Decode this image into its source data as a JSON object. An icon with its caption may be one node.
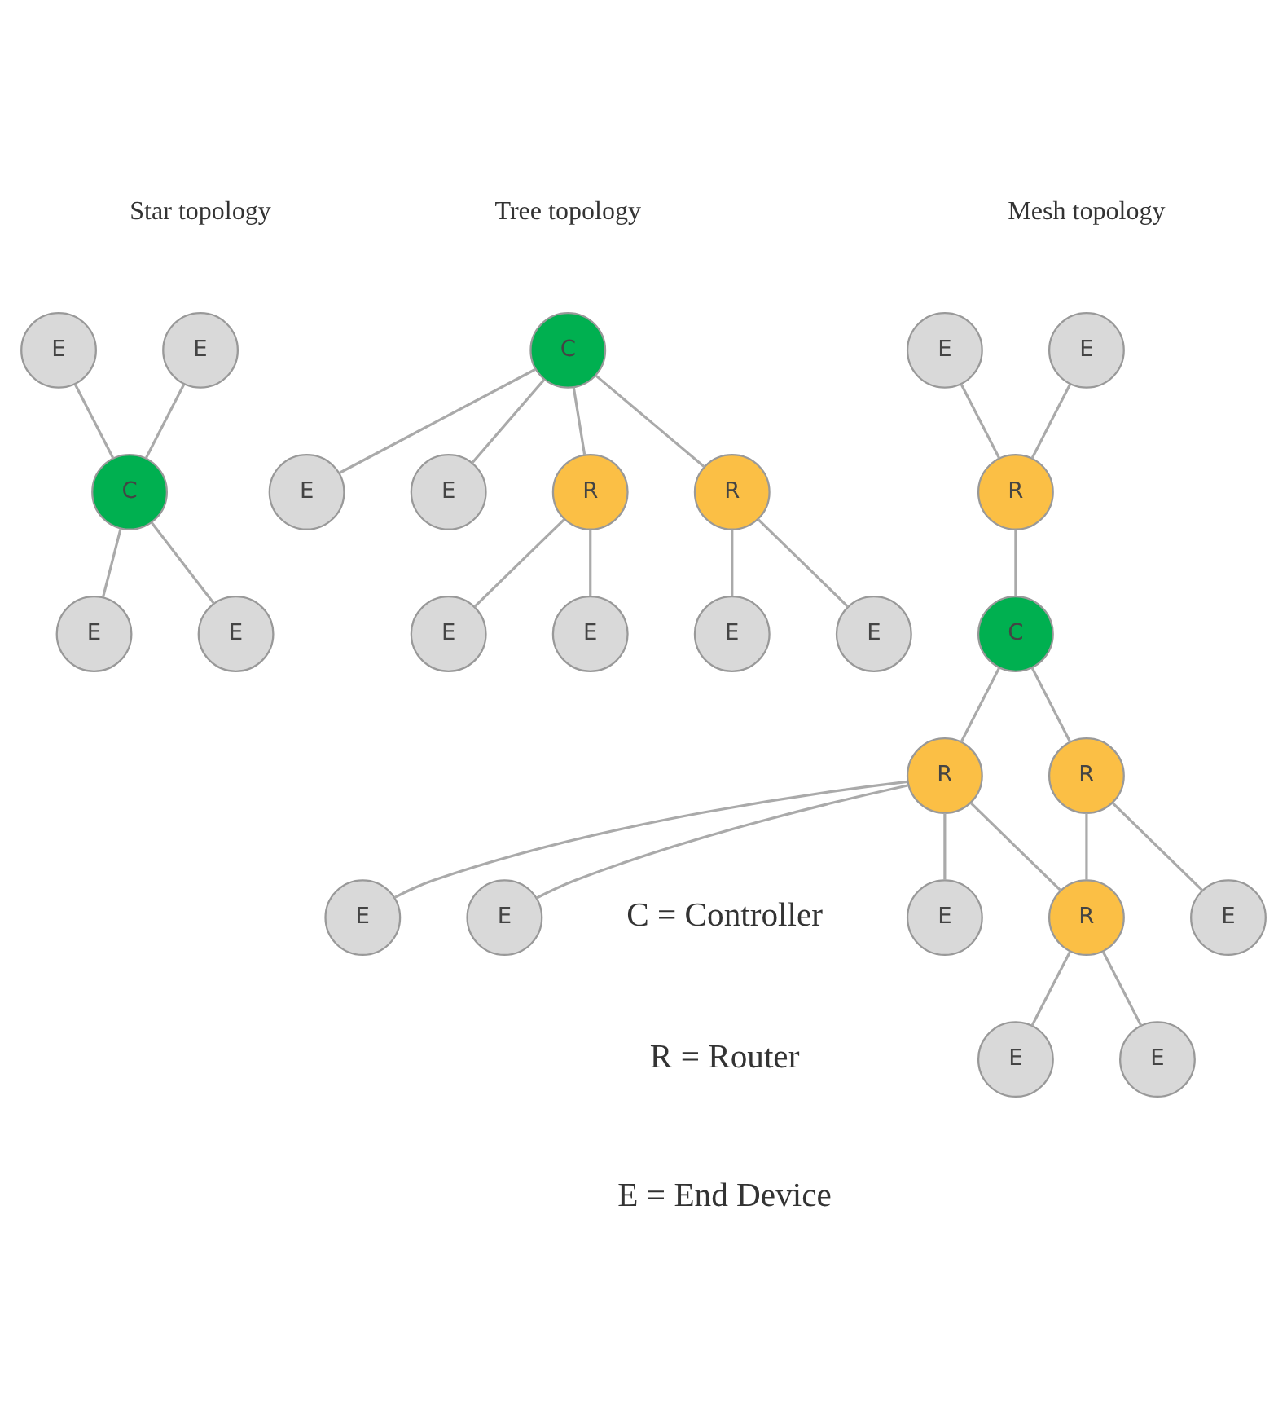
{
  "diagram": {
    "nodes": [
      {
        "text": [
          "E"
        ]
      },
      {
        "text": [
          "E"
        ]
      },
      {
        "text": [
          "C"
        ]
      },
      {
        "text": [
          "E"
        ]
      },
      {
        "text": [
          "E"
        ]
      },
      {
        "text": [
          "C"
        ]
      },
      {
        "text": [
          "E"
        ]
      },
      {
        "text": [
          "E"
        ]
      },
      {
        "text": [
          "R"
        ]
      },
      {
        "text": [
          "R"
        ]
      },
      {
        "text": [
          "E"
        ]
      },
      {
        "text": [
          "E"
        ]
      },
      {
        "text": [
          "E"
        ]
      },
      {
        "text": [
          "E"
        ]
      },
      {
        "text": [
          "E"
        ]
      },
      {
        "text": [
          "E"
        ]
      },
      {
        "text": [
          "R"
        ]
      },
      {
        "text": [
          "E"
        ]
      },
      {
        "text": [
          "C"
        ]
      },
      {
        "text": [
          "R"
        ]
      },
      {
        "text": [
          "E"
        ]
      },
      {
        "text": [
          "E"
        ]
      },
      {
        "text": [
          "R"
        ]
      },
      {
        "text": [
          "R"
        ]
      },
      {
        "text": [
          "E"
        ]
      },
      {
        "text": [
          "E"
        ]
      },
      {
        "text": [
          "E"
        ]
      }
    ],
    "edges": [
      {
        "from": 0,
        "to": 2,
        "arrow": "none"
      },
      {
        "from": 1,
        "to": 2,
        "arrow": "none"
      },
      {
        "from": 2,
        "to": 3,
        "arrow": "none"
      },
      {
        "from": 2,
        "to": 4,
        "arrow": "none"
      },
      {
        "from": 5,
        "to": 6,
        "arrow": "none"
      },
      {
        "from": 5,
        "to": 7,
        "arrow": "none"
      },
      {
        "from": 5,
        "to": 8,
        "arrow": "none"
      },
      {
        "from": 5,
        "to": 9,
        "arrow": "none"
      },
      {
        "from": 8,
        "to": 10,
        "arrow": "none"
      },
      {
        "from": 8,
        "to": 11,
        "arrow": "none"
      },
      {
        "from": 9,
        "to": 12,
        "arrow": "none"
      },
      {
        "from": 9,
        "to": 13,
        "arrow": "none"
      },
      {
        "from": 14,
        "to": 16,
        "arrow": "none"
      },
      {
        "from": 15,
        "to": 16,
        "arrow": "none"
      },
      {
        "from": 16,
        "to": 18,
        "arrow": "none"
      },
      {
        "from": 18,
        "to": 19,
        "arrow": "none"
      },
      {
        "from": 19,
        "to": 17,
        "arrow": "none"
      },
      {
        "from": 19,
        "to": 20,
        "arrow": "none"
      },
      {
        "from": 19,
        "to": 21,
        "arrow": "none"
      },
      {
        "from": 18,
        "to": 22,
        "arrow": "none"
      },
      {
        "from": 19,
        "to": 23,
        "arrow": "none"
      },
      {
        "from": 22,
        "to": 23,
        "arrow": "none"
      },
      {
        "from": 22,
        "to": 24,
        "arrow": "none"
      },
      {
        "from": 23,
        "to": 25,
        "arrow": "none"
      },
      {
        "from": 23,
        "to": 26,
        "arrow": "none"
      }
    ],
    "labels": [
      "Star topology",
      "Tree topology",
      "Mesh topology",
      "C = Controller",
      "R = Router",
      "E = End Device"
    ]
  }
}
